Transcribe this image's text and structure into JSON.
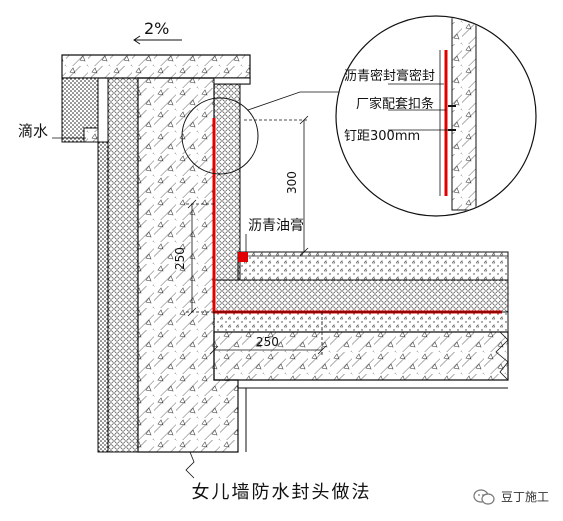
{
  "diagram": {
    "slope_label": "2%",
    "drip_label": "滴水",
    "height_300": "300",
    "dim_250_vertical": "250",
    "dim_250_horizontal": "250",
    "asphalt_paste_label": "沥青油膏",
    "detail": {
      "seal_label": "沥青密封膏密封",
      "strip_label": "厂家配套扣条",
      "nail_label": "钉距300mm"
    },
    "caption": "女儿墙防水封头做法",
    "watermark": "豆丁施工",
    "colors": {
      "membrane": "#e00000",
      "line": "#111111"
    }
  }
}
